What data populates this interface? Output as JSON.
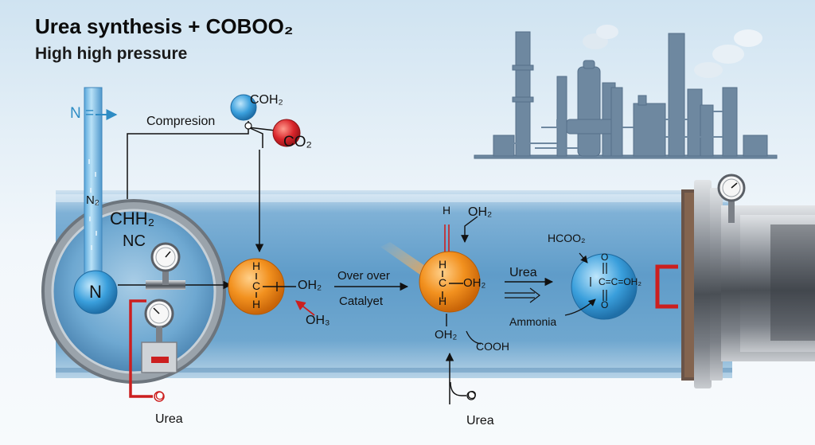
{
  "header": {
    "title": "Urea synthesis + COBOO₂",
    "subtitle": "High high pressure"
  },
  "labels": {
    "n_arrow": "N =",
    "n2": "N₂",
    "chh2": "CHH₂",
    "nc": "NC",
    "n": "N",
    "compression": "Compresion",
    "coh2": "COH₂",
    "co2": "CO₂",
    "orange1_h_top": "H",
    "orange1_c": "C",
    "orange1_h_bottom": "H",
    "orange1_oh2": "OH₂",
    "orange1_oh3": "OH₃",
    "over_over": "Over over",
    "catalyst": "Catalyet",
    "orange2_h_top": "H",
    "orange2_oh2_top": "OH₂",
    "orange2_h_mid": "H",
    "orange2_c": "C",
    "orange2_oh2": "OH₂",
    "orange2_h_bottom": "H",
    "orange2_oh2_below": "OH₂",
    "cooh": "COOH",
    "urea_arrow": "Urea",
    "ammonia": "Ammonia",
    "hcoo2": "HCOO₂",
    "blue_o_top": "O",
    "blue_formula": "C=C=OH₂",
    "blue_o_bottom": "O",
    "urea_left": "Urea",
    "urea_bottom": "Urea",
    "o_left": "O",
    "o_bottom": "O"
  },
  "colors": {
    "pipe_blue": "#5f9cc9",
    "orange_atom": "#f08a1c",
    "blue_atom": "#3a9fdc",
    "red_atom": "#d9262c",
    "red_pipe": "#cc1f1f",
    "factory": "#6e88a0"
  }
}
